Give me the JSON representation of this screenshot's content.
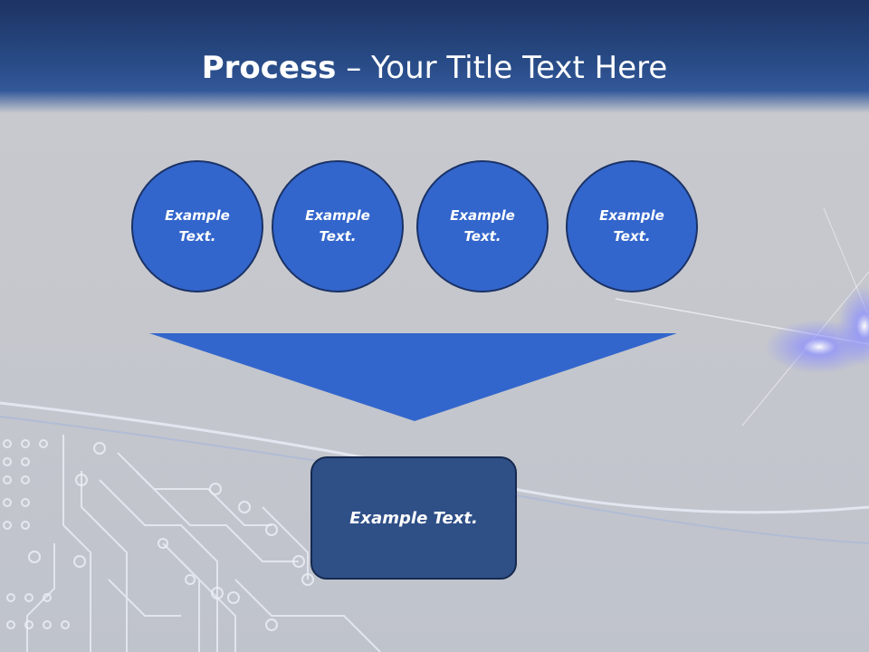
{
  "title": {
    "bold": "Process",
    "rest": " – Your Title Text Here"
  },
  "circles": [
    "Example Text.",
    "Example Text.",
    "Example Text.",
    "Example Text."
  ],
  "result": "Example Text.",
  "colors": {
    "header": "#284b86",
    "circle_fill": "#3366cc",
    "arrow_fill": "#3366cc",
    "result_fill": "#2f4f87"
  }
}
